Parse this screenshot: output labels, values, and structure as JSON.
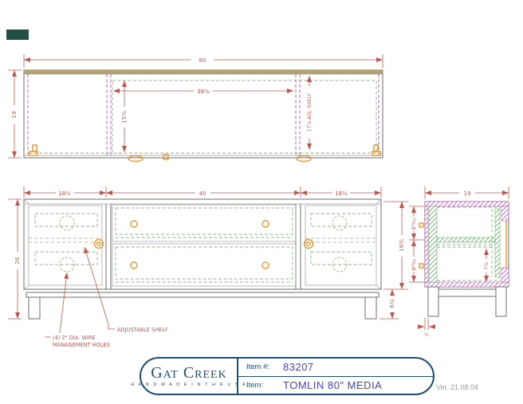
{
  "swatch": {
    "color": "#235045"
  },
  "top_view": {
    "width": "80",
    "depth": "19",
    "shelf_width": "38⅝",
    "shelf_depth": "15⅝",
    "adj_shelf_note": "17⅞ ADJ. SHELF"
  },
  "front_view": {
    "left_section_width": "18½",
    "center_section_width": "40",
    "right_section_width": "18½",
    "total_height": "26",
    "case_height": "19¾",
    "leg_height": "6¼"
  },
  "side_view": {
    "depth": "19",
    "upper_opening": "8¹⁵⁄₁₆",
    "lower_opening": "8¹⁵⁄₁₆",
    "door_opening": "7⅞",
    "leg_inset": "¾"
  },
  "annotations": {
    "wire_holes_line1": "(4) 2\" DIA. WIRE",
    "wire_holes_line2": "MANAGEMENT HOLES",
    "adjustable_shelf": "ADJUSTABLE SHELF"
  },
  "title_block": {
    "brand": "Gat Creek",
    "tagline": "H A N D M A D E   I N   T H E   U S A",
    "item_no_label": "Item #:",
    "item_no": "83207",
    "item_label": "Item:",
    "item_name": "TOMLIN 80\" MEDIA",
    "version": "Ver. 21.08.04"
  },
  "colors": {
    "dimension_red": "#c0564f",
    "section_magenta": "#b44fb4",
    "shelf_green": "#86bb86",
    "hatch_green": "#55a855",
    "hardware_orange": "#e8962e",
    "wood_tan": "#b3a372",
    "brand_blue": "#1f4e79",
    "item_value_blue": "#4343c0",
    "swatch_green": "#235045"
  }
}
